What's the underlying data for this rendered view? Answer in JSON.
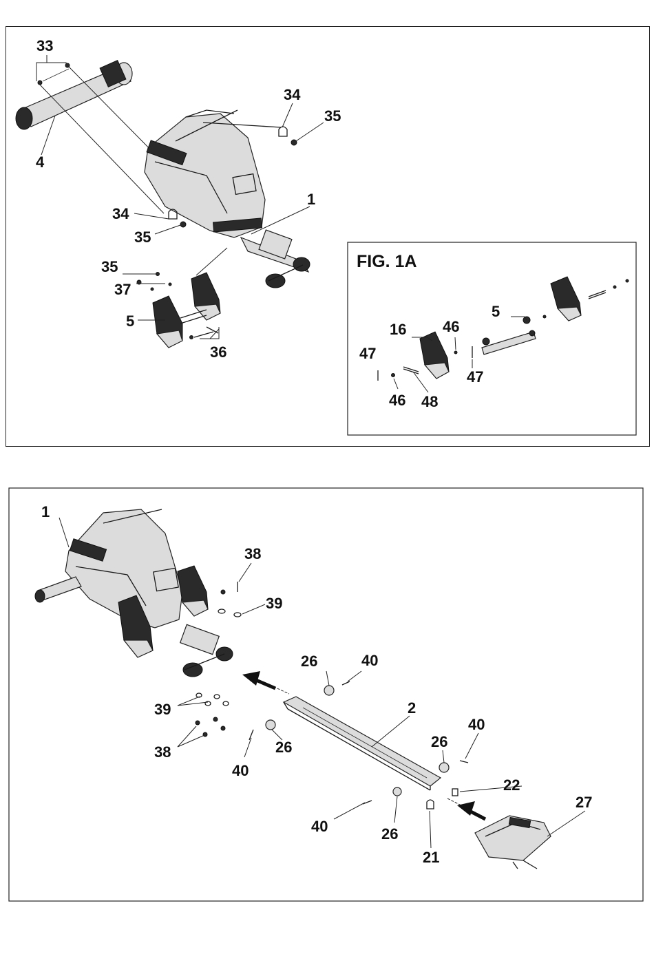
{
  "figure_1": {
    "labels": {
      "p33": "33",
      "p4": "4",
      "p34_top": "34",
      "p35_top": "35",
      "p1": "1",
      "p34_left": "34",
      "p35_left": "35",
      "p35_feet": "35",
      "p37": "37",
      "p5": "5",
      "p36": "36"
    }
  },
  "figure_1a": {
    "title": "FIG. 1A",
    "labels": {
      "p5": "5",
      "p16": "16",
      "p46_top": "46",
      "p47_left": "47",
      "p47_right": "47",
      "p46_bottom": "46",
      "p48": "48"
    }
  },
  "figure_2": {
    "labels": {
      "p1": "1",
      "p38_top": "38",
      "p39_top": "39",
      "p26_top": "26",
      "p40_top": "40",
      "p39_left": "39",
      "p38_left": "38",
      "p40_mid": "40",
      "p26_mid": "26",
      "p2": "2",
      "p40_right": "40",
      "p26_right": "26",
      "p22": "22",
      "p27": "27",
      "p40_bottom": "40",
      "p26_bottom": "26",
      "p21": "21"
    }
  }
}
